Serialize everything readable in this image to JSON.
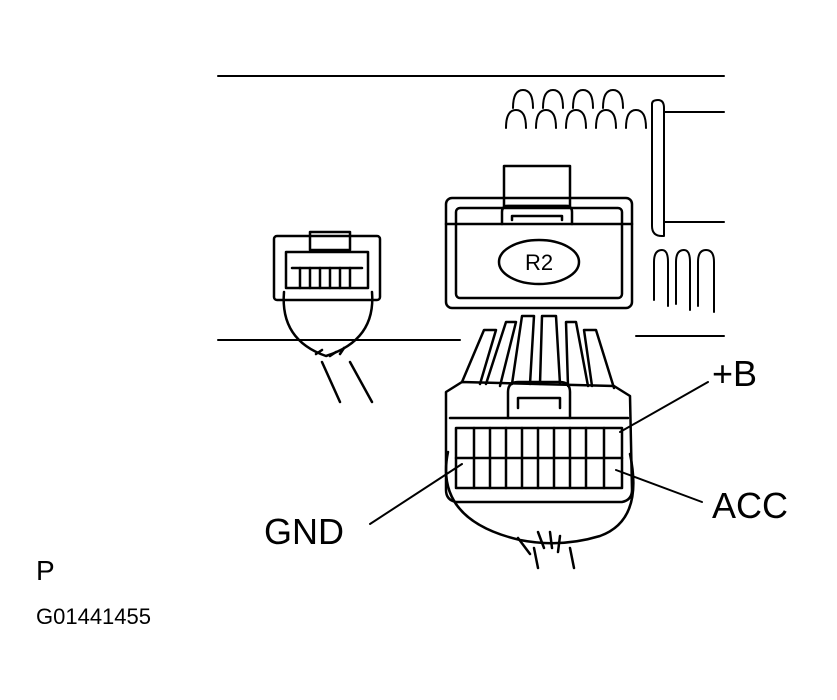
{
  "connector": {
    "id": "R2"
  },
  "labels": {
    "plus_b": "+B",
    "acc": "ACC",
    "gnd": "GND"
  },
  "view": "P",
  "figure_code": "G01441455",
  "colors": {
    "ink": "#000000",
    "paper": "#ffffff"
  }
}
